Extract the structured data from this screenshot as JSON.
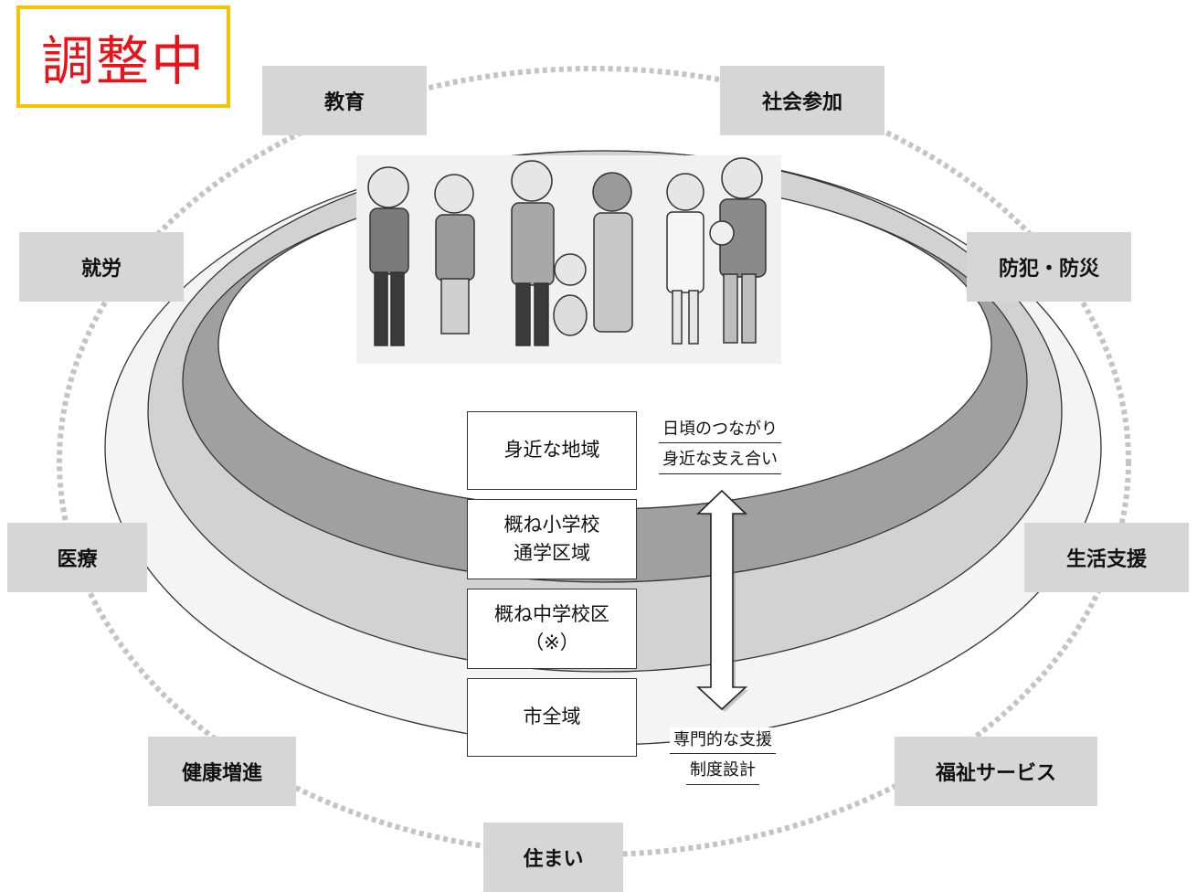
{
  "stamp_label": "調整中",
  "topics": {
    "education": "教育",
    "social_participation": "社会参加",
    "employment": "就労",
    "crime_disaster_prevention": "防犯・防災",
    "medical_care": "医療",
    "life_support": "生活支援",
    "health_promotion": "健康増進",
    "welfare_services": "福祉サービス",
    "housing": "住まい"
  },
  "levels": {
    "neighborhood": [
      "身近な地域"
    ],
    "elementary_district": [
      "概ね小学校",
      "通学区域"
    ],
    "junior_high_district": [
      "概ね中学校区",
      "（※）"
    ],
    "citywide": [
      "市全域"
    ]
  },
  "notes": {
    "top": [
      "日頃のつながり",
      "身近な支え合い"
    ],
    "bottom": [
      "専門的な支援",
      "制度設計"
    ]
  },
  "colors": {
    "stamp_border": "#f5c300",
    "stamp_text": "#e8141c",
    "topic_box": "#d6d6d6",
    "ring_dotted": "#c4c4c4",
    "layer_outer": "#f4f4f4",
    "layer_second": "#d2d2d2",
    "layer_third": "#a0a0a0",
    "layer_top": "#ffffff"
  },
  "illustration": "family-group-illustration"
}
